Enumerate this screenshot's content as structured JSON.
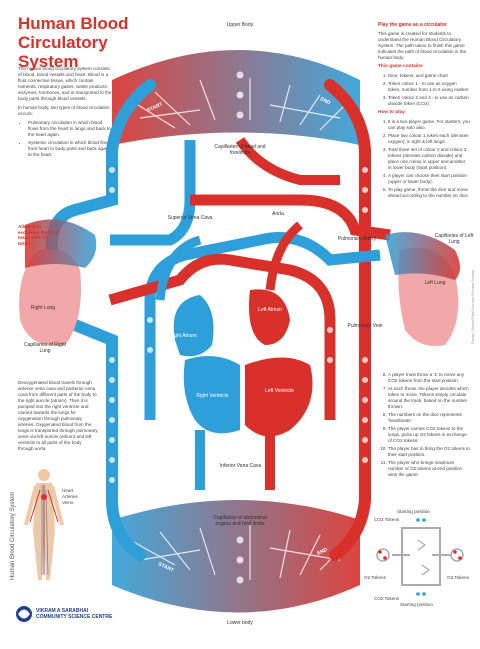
{
  "title": "Human Blood Circulatory System",
  "vertical_title": "Human Blood Circulatory System",
  "intro": {
    "p1": "The human blood circulatory system consists of blood, blood vessels and heart. Blood is a fluid connective tissue, which contain nutrients, respiratory gases, waste products, enzymes, hormones, and is transported to the body parts through blood vessels.",
    "p2": "In human body, two types of blood circulation occurs:",
    "items": [
      "Pulmonary circulation in which blood flows from the heart to lungs and back to the heart again.",
      "Systemic circulation in which blood flows from heart to body parts and back again to the heart."
    ]
  },
  "deox_text": "Deoxygenated blood travels through anterior vena cava and posterior vena cava from different parts of the body to the right auricle (atrium). Then it is pumped into the right ventricle and carried towards the lungs for oxygenation through pulmonary arteries. Oxygenated blood from the lungs is transported through pulmonary veins via left auricle (atrium) and left ventricle to all parts of the body through aorta.",
  "body_legend": [
    "Heart",
    "Arteries",
    "Veins"
  ],
  "game": {
    "heading": "Play the game as a circulator",
    "intro": "This game is created for students to understand the Human Blood Circulatory System. The path taken to finish this game indicates the path of blood circulation in the human body.",
    "contains_heading": "This game contains",
    "contains": [
      "Dice, tokens, and game chart",
      "Token colour 1 - to use as oxygen token, number from 1 to 6 using marker",
      "Token colour 2 and 3 - to use as carbon dioxide token (CO2)"
    ],
    "howto_heading": "How to play",
    "steps": [
      "It is a two player game. For starters, you can play solo also.",
      "Place two colour 1 token each (denotes oxygen), in right & left lungs.",
      "Total three set of colour 2 and colour 3 tokens (denotes carbon dioxide) and place one colour in upper and another in lower body (Start position).",
      "A player can choose their start position (upper or lower body).",
      "To play game, throw the dice and move ahead according to the number on dice.",
      "A player must throw a '1' to move any CO2 tokens from the start position.",
      "At each throw, the player decides which token to move. Tokens simply circulate around the track, based on the number thrown.",
      "The numbers on the dice represents 'heartbeats'.",
      "The player carries CO2 tokens to the lungs, picks up O2 tokens in exchange of CO2 tokens.",
      "The player has to bring the O2 tokens to their start position.",
      "The player who brings maximum number of O2 tokens at end position wins the game."
    ]
  },
  "labels": {
    "upper_body": "Upper Body",
    "lower_body": "Lower body",
    "cap_head": "Capillaries of head and forelimbs",
    "cap_abd": "Capillaries of abdominal organs and hind limbs",
    "svc": "Superior Vena Cava",
    "ivc": "Inferior Vena Cava",
    "aorta": "Aorta",
    "pulm_artery": "Pulmonary Artery",
    "pulm_vein": "Pulmonary Vein",
    "cap_left_lung": "Capillaries of Left Lung",
    "cap_right_lung": "Capillaries of Right Lung",
    "left_lung": "Left Lung",
    "right_lung": "Right Lung",
    "exchange": "Allowed to exchange the CO2 token with O2 token",
    "right_atrium": "Right Atrium",
    "left_atrium": "Left Atrium",
    "right_ventricle": "Right Ventricle",
    "left_ventricle": "Left Ventricle",
    "start_top": "START",
    "end_top": "END",
    "start_bottom": "START",
    "end_bottom": "END"
  },
  "mini": {
    "co2_top": "CO2 Tokens",
    "start_pos_top": "Starting position",
    "o2_left": "O2 Tokens",
    "o2_right": "O2 Tokens",
    "co2_bottom": "CO2 Tokens",
    "start_pos_bottom": "Starting position"
  },
  "publisher": {
    "line1": "VIKRAM A SARABHAI",
    "line2": "COMMUNITY SCIENCE CENTRE"
  },
  "credits": "Design: Shardul Patel    Concept: Poonam Sharma",
  "colors": {
    "blue": "#2e9fd8",
    "red": "#d8302a",
    "lung": "#f2a8a8"
  }
}
